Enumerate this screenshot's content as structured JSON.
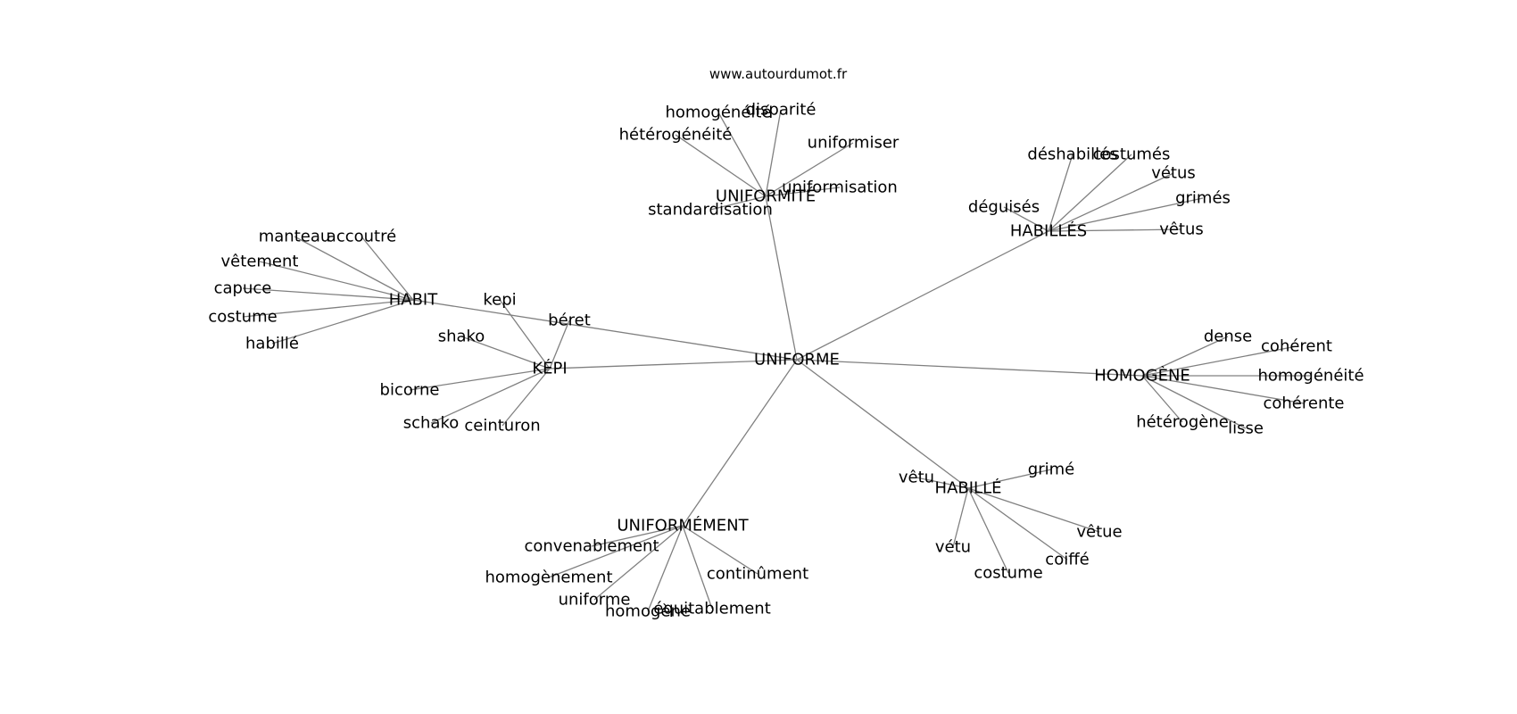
{
  "source": "www.autourdumot.fr",
  "center": "UNIFORME",
  "groups": [
    {
      "id": "uniformite",
      "label": "UNIFORMITÉ",
      "words": [
        "homogénéité",
        "disparité",
        "hétérogénéité",
        "uniformiser",
        "uniformisation",
        "standardisation"
      ]
    },
    {
      "id": "habilles",
      "label": "HABILLÉS",
      "words": [
        "déshabillés",
        "costumés",
        "vétus",
        "grimés",
        "déguisés",
        "vêtus"
      ]
    },
    {
      "id": "habit",
      "label": "HABIT",
      "words": [
        "manteau",
        "accoutré",
        "vêtement",
        "capuce",
        "costume",
        "habillé"
      ]
    },
    {
      "id": "kepi",
      "label": "KÉPI",
      "words": [
        "kepi",
        "béret",
        "shako",
        "bicorne",
        "schako",
        "ceinturon"
      ]
    },
    {
      "id": "homogene",
      "label": "HOMOGÈNE",
      "words": [
        "dense",
        "cohérent",
        "homogénéité",
        "cohérente",
        "hétérogène",
        "lisse"
      ]
    },
    {
      "id": "habille",
      "label": "HABILLÉ",
      "words": [
        "vêtu",
        "grimé",
        "vêtue",
        "vétu",
        "coiffé",
        "costume"
      ]
    },
    {
      "id": "uniformement",
      "label": "UNIFORMÉMENT",
      "words": [
        "convenablement",
        "homogènement",
        "continûment",
        "uniforme",
        "homogène",
        "équitablement"
      ]
    }
  ]
}
